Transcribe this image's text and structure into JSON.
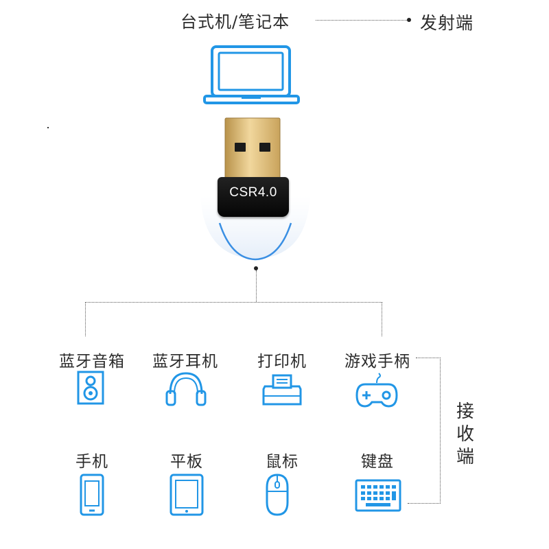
{
  "sender": {
    "device_label": "台式机/笔记本",
    "role_label": "发射端"
  },
  "adapter": {
    "model_label": "CSR4.0"
  },
  "receiver": {
    "role_label": "接收端",
    "devices": [
      {
        "label": "蓝牙音箱",
        "icon": "speaker-icon"
      },
      {
        "label": "蓝牙耳机",
        "icon": "headphones-icon"
      },
      {
        "label": "打印机",
        "icon": "printer-icon"
      },
      {
        "label": "游戏手柄",
        "icon": "gamepad-icon"
      },
      {
        "label": "手机",
        "icon": "phone-icon"
      },
      {
        "label": "平板",
        "icon": "tablet-icon"
      },
      {
        "label": "鼠标",
        "icon": "mouse-icon"
      },
      {
        "label": "键盘",
        "icon": "keyboard-icon"
      }
    ]
  },
  "colors": {
    "icon_blue": "#2196e6",
    "text": "#2b2b2b",
    "connector": "#555555",
    "usb_gold": "#d8b56a",
    "adapter_body": "#0f0f0f"
  }
}
